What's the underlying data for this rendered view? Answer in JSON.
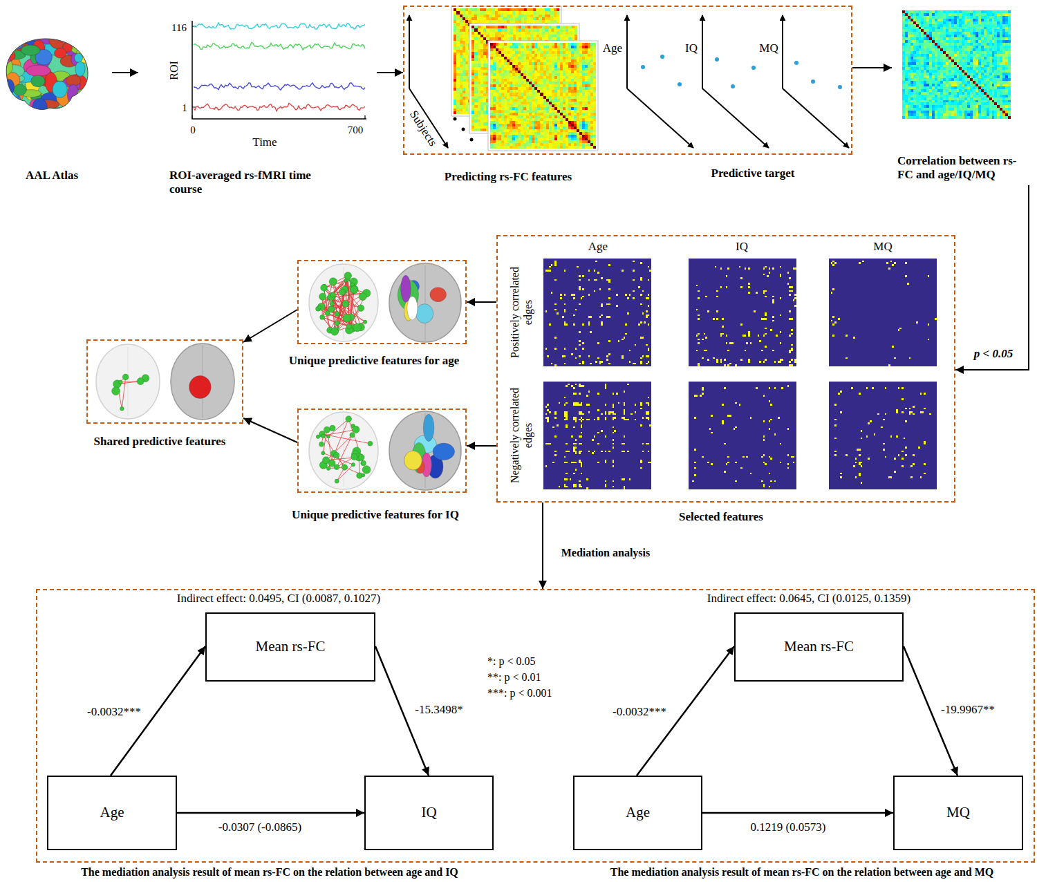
{
  "diagram": {
    "nodes": [
      {
        "text": [
          "AAL Atlas"
        ]
      },
      {
        "text": [
          "ROI-averaged rs-fMRI time course"
        ]
      },
      {
        "text": [
          "Predicting rs-FC features",
          "Predictive target"
        ]
      },
      {
        "text": [
          "Correlation between rs-FC and age/IQ/MQ"
        ]
      },
      {
        "text": [
          "Selected features"
        ]
      },
      {
        "text": [
          "Unique predictive features for age"
        ]
      },
      {
        "text": [
          "Unique predictive features for IQ"
        ]
      },
      {
        "text": [
          "Shared predictive features"
        ]
      },
      {
        "text": [
          "The mediation analysis result of mean rs-FC on the relation between age and IQ",
          "The mediation analysis result of mean rs-FC on the relation between age and MQ"
        ]
      },
      {
        "text": [
          "Mean rs-FC"
        ],
        "in": 8
      },
      {
        "text": [
          "Age"
        ],
        "in": 8
      },
      {
        "text": [
          "IQ"
        ],
        "in": 8
      },
      {
        "text": [
          "Mean rs-FC"
        ],
        "in": 8
      },
      {
        "text": [
          "Age"
        ],
        "in": 8
      },
      {
        "text": [
          "MQ"
        ],
        "in": 8
      }
    ],
    "edges": [
      {
        "from": 0,
        "to": 1,
        "arrow": "to"
      },
      {
        "from": 1,
        "to": 2,
        "arrow": "to"
      },
      {
        "from": 2,
        "to": 3,
        "arrow": "to"
      },
      {
        "from": 3,
        "to": 4,
        "label": "p < 0.05",
        "arrow": "to"
      },
      {
        "from": 4,
        "to": 5,
        "arrow": "to"
      },
      {
        "from": 4,
        "to": 6,
        "arrow": "to"
      },
      {
        "from": 5,
        "to": 7,
        "arrow": "to"
      },
      {
        "from": 6,
        "to": 7,
        "arrow": "to"
      },
      {
        "from": 4,
        "to": 8,
        "label": "Mediation analysis",
        "arrow": "to"
      },
      {
        "from": 10,
        "to": 9,
        "label": "-0.0032***",
        "arrow": "to"
      },
      {
        "from": 9,
        "to": 11,
        "label": "-15.3498*",
        "arrow": "to"
      },
      {
        "from": 10,
        "to": 11,
        "label": "-0.0307 (-0.0865)",
        "arrow": "to"
      },
      {
        "from": 13,
        "to": 12,
        "label": "-0.0032***",
        "arrow": "to"
      },
      {
        "from": 12,
        "to": 14,
        "label": "-19.9967**",
        "arrow": "to"
      },
      {
        "from": 13,
        "to": 14,
        "label": "0.1219 (0.0573)",
        "arrow": "to"
      }
    ],
    "labels": [
      "116",
      "1",
      "0",
      "700",
      "ROI",
      "Time",
      "Subjects",
      "Age",
      "IQ",
      "MQ",
      "Age",
      "IQ",
      "MQ",
      "Positively correlated edges",
      "Negatively correlated edges",
      "Indirect effect: 0.0495, CI (0.0087, 0.1027)",
      "Indirect effect: 0.0645, CI (0.0125, 0.1359)",
      "*: p < 0.05",
      "**: p < 0.01",
      "***: p < 0.001"
    ]
  }
}
